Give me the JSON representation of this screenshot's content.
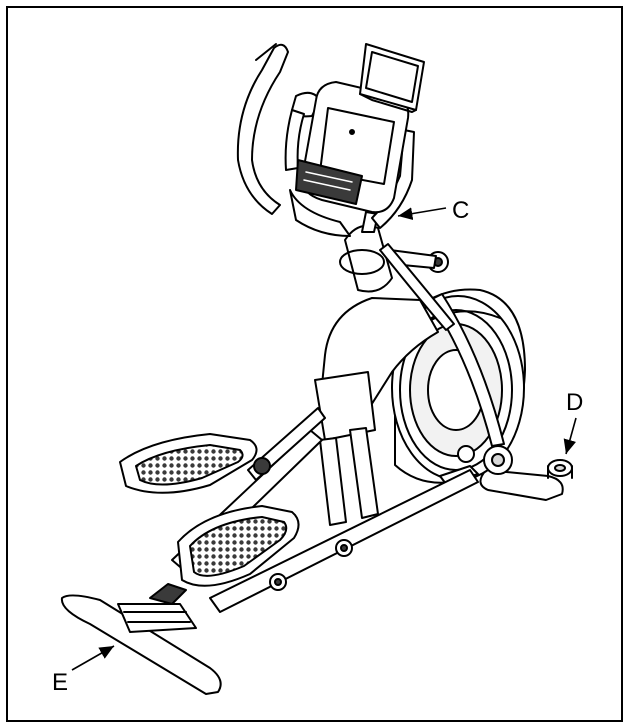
{
  "callouts": {
    "c": "C",
    "d": "D",
    "e": "E"
  },
  "colors": {
    "line": "#000000",
    "fill": "#ffffff",
    "shade": "#d8d8d8",
    "dark": "#3a3a3a"
  }
}
